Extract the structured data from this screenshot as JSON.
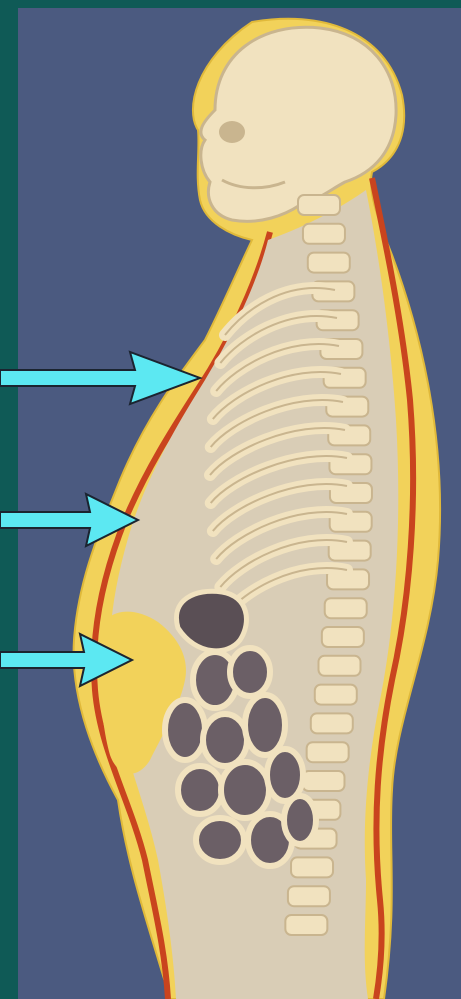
{
  "colors": {
    "frame": "#0f5a56",
    "panel": "#4b5a80",
    "panel_dark": "#3c4a6e",
    "fat_layer": "#f2d25a",
    "muscle_line": "#c9441e",
    "body_cavity": "#d9cdb6",
    "bone": "#f1e2bf",
    "bone_shade": "#c9b58f",
    "arrow": "#5ce8f2",
    "arrow_outline": "#1b2430"
  },
  "arrows": [
    {
      "id": "arrow-chest",
      "points_to": "chest-wall"
    },
    {
      "id": "arrow-abdomen",
      "points_to": "abdominal-muscle-wall"
    },
    {
      "id": "arrow-belly-fat",
      "points_to": "abdominal-fat-deposit"
    }
  ],
  "icons": {
    "arrow": "right-arrow-icon"
  }
}
